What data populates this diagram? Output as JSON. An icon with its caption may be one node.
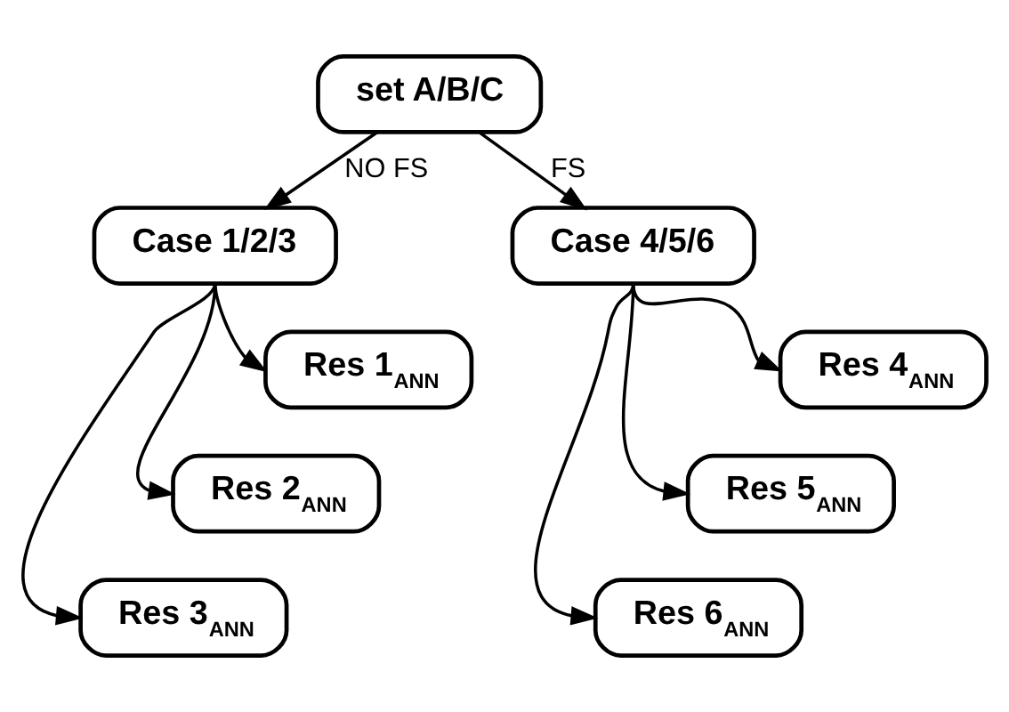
{
  "diagram": {
    "nodes": [
      {
        "text": [
          "set A/B/C"
        ]
      },
      {
        "text": [
          "Case 1/2/3"
        ]
      },
      {
        "text": [
          "Res 1$_{ANN}$"
        ]
      },
      {
        "text": [
          "Res 2$_{ANN}$"
        ]
      },
      {
        "text": [
          "Res 3$_{ANN}$"
        ]
      },
      {
        "text": [
          "Case 4/5/6"
        ]
      },
      {
        "text": [
          "Res 4$_{ANN}$"
        ]
      },
      {
        "text": [
          "Res 5$_{ANN}$"
        ]
      },
      {
        "text": [
          "Res 6$_{ANN}$"
        ]
      }
    ],
    "edges": [
      {
        "from": 0,
        "to": 1,
        "arrow": "to",
        "label": "NO FS"
      },
      {
        "from": 0,
        "to": 5,
        "arrow": "to",
        "label": "FS"
      },
      {
        "from": 1,
        "to": 2,
        "arrow": "to"
      },
      {
        "from": 1,
        "to": 3,
        "arrow": "to"
      },
      {
        "from": 1,
        "to": 4,
        "arrow": "to"
      },
      {
        "from": 5,
        "to": 6,
        "arrow": "to"
      },
      {
        "from": 5,
        "to": 7,
        "arrow": "to"
      },
      {
        "from": 5,
        "to": 8,
        "arrow": "to"
      }
    ]
  }
}
